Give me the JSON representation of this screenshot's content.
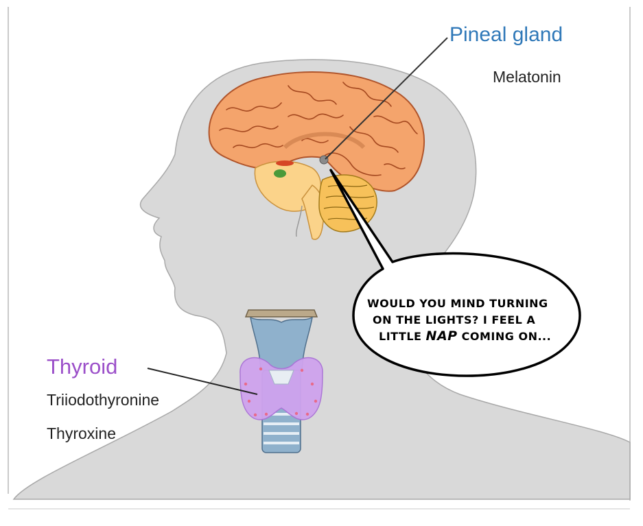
{
  "labels": {
    "pineal_title": "Pineal gland",
    "pineal_hormone": "Melatonin",
    "thyroid_title": "Thyroid",
    "thyroid_hormone_1": "Triiodothyronine",
    "thyroid_hormone_2": "Thyroxine"
  },
  "speech_bubble": {
    "line1": "WOULD YOU MIND TURNING",
    "line2": "ON THE LIGHTS?  I FEEL A",
    "line3_before": "LITTLE ",
    "line3_emphasis": "NAP",
    "line3_after": " COMING ON..."
  },
  "colors": {
    "pineal_title": "#2f78b8",
    "thyroid_title": "#9b4fc9",
    "silhouette": "#d9d9d9",
    "brain": "#f4a46c",
    "cerebellum": "#f7c15a",
    "thyroid_gland": "#cfa3ee",
    "trachea": "#8fb1cc"
  }
}
